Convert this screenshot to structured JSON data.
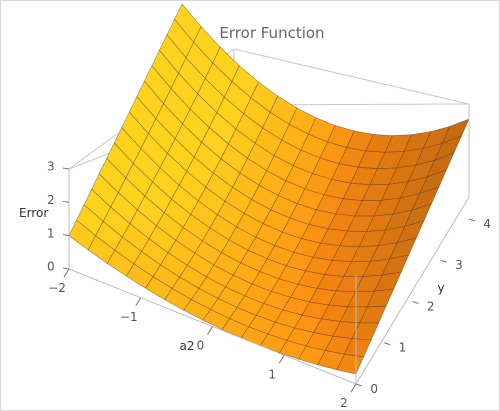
{
  "chart_data": {
    "type": "surface3d",
    "title": "Error Function",
    "xlabel": "a2",
    "ylabel": "y",
    "zlabel": "Error",
    "x_range": [
      -2,
      2
    ],
    "y_range": [
      0,
      4
    ],
    "z_range": [
      0,
      3
    ],
    "x_ticks": [
      "−2",
      "−1",
      "0",
      "1",
      "2"
    ],
    "y_ticks": [
      "0",
      "1",
      "2",
      "3",
      "4"
    ],
    "z_ticks": [
      "0",
      "1",
      "2",
      "3"
    ],
    "mesh_lines": 15,
    "corner_values": [
      {
        "x": -2,
        "y": 0,
        "z": 1.0
      },
      {
        "x": -2,
        "y": 4,
        "z": 3.0
      },
      {
        "x": 2,
        "y": 0,
        "z": 0.3
      },
      {
        "x": 2,
        "y": 4,
        "z": 3.0
      }
    ],
    "minimum": {
      "x": 0.5,
      "y": 0,
      "z": 0.0
    },
    "colors": {
      "low": "#ff8a10",
      "high": "#ffd21e",
      "shadow": "#8a4a14"
    }
  }
}
